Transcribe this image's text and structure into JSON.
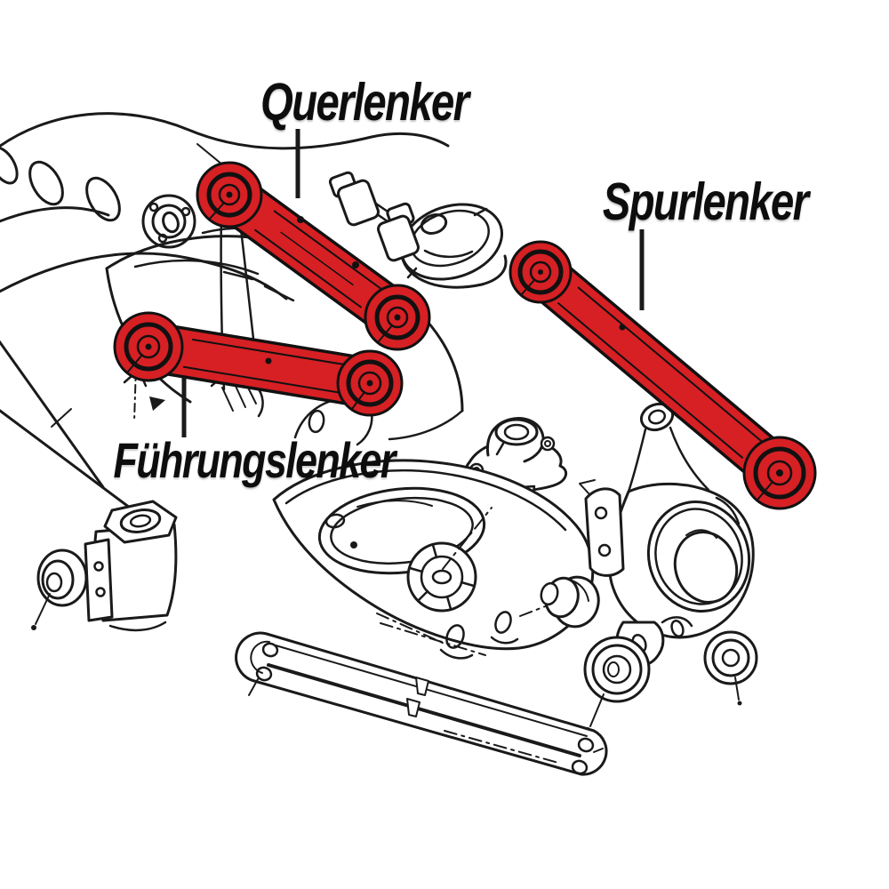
{
  "diagram": {
    "background": "#ffffff",
    "outline_color": "#1a1a1a",
    "highlight_color": "#d62024",
    "labels": {
      "querlenker": "Querlenker",
      "spurlenker": "Spurlenker",
      "fuehrungslenker": "Führungslenker"
    }
  }
}
